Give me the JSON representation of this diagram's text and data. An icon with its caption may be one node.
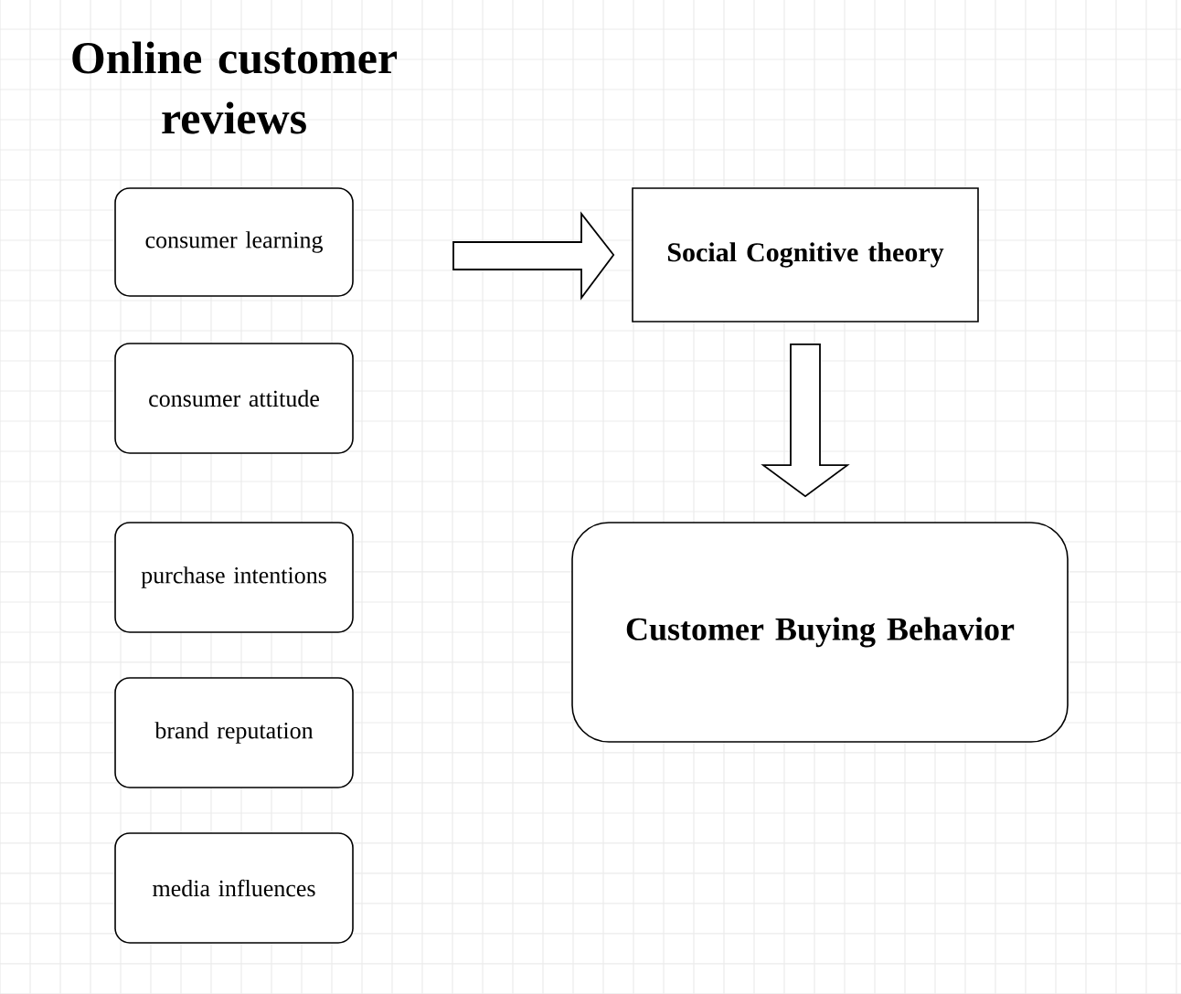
{
  "diagram": {
    "title": "Online customer reviews",
    "nodes": [
      {
        "text": [
          "consumer learning"
        ]
      },
      {
        "text": [
          "consumer attitude"
        ]
      },
      {
        "text": [
          "purchase intentions"
        ]
      },
      {
        "text": [
          "brand reputation"
        ]
      },
      {
        "text": [
          "media influences"
        ]
      },
      {
        "text": [
          "Social Cognitive theory"
        ]
      },
      {
        "text": [
          "Customer Buying Behavior"
        ]
      }
    ],
    "edges": [
      {
        "from": null,
        "to": 5,
        "arrow": "to"
      },
      {
        "from": 5,
        "to": 6,
        "arrow": "to"
      }
    ]
  }
}
